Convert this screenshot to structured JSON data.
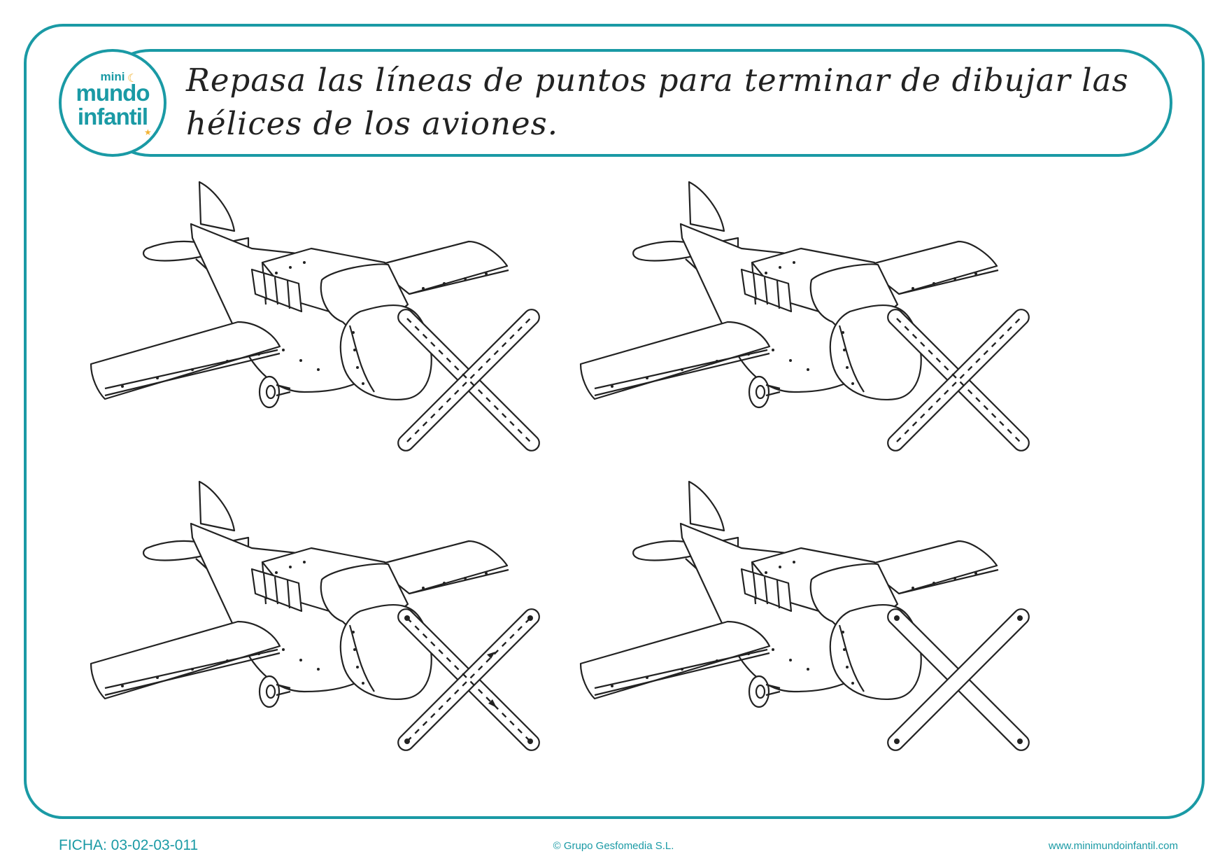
{
  "logo": {
    "line1": "mini",
    "line2": "mundo",
    "line3": "infantil"
  },
  "instructions": "Repasa las líneas de puntos para terminar de dibujar las hélices de los aviones.",
  "footer": {
    "code": "FICHA: 03-02-03-011",
    "copyright": "© Grupo Gesfomedia S.L.",
    "website": "www.minimundoinfantil.com"
  },
  "colors": {
    "accent": "#1a9aa5",
    "logo_star": "#f2b233",
    "ink": "#222222"
  },
  "airplanes": [
    {
      "propeller": "dashed-both"
    },
    {
      "propeller": "dashed-both"
    },
    {
      "propeller": "dashed-with-arrows"
    },
    {
      "propeller": "solid-complete"
    }
  ]
}
